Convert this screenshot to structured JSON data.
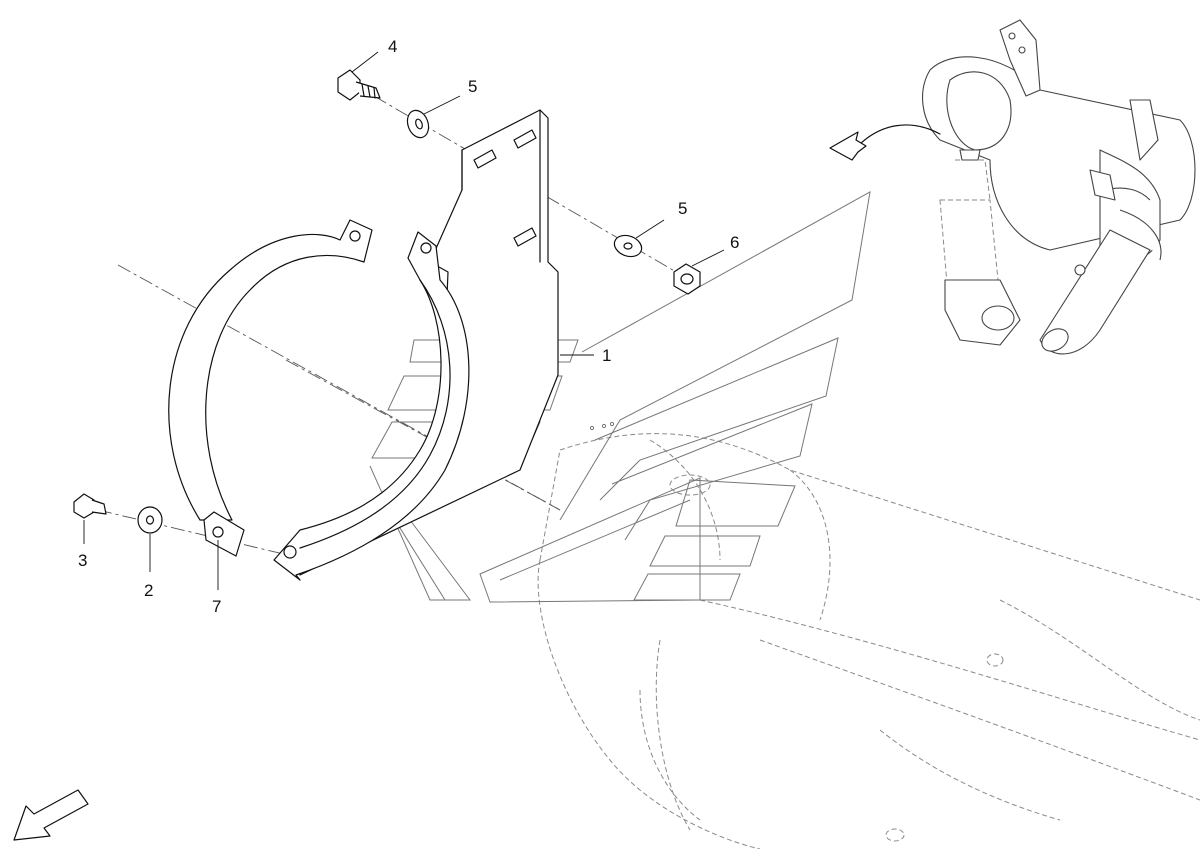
{
  "callouts": {
    "c1": "1",
    "c2": "2",
    "c3": "3",
    "c4": "4",
    "c5a": "5",
    "c5b": "5",
    "c6": "6",
    "c7": "7"
  },
  "colors": {
    "line": "#111111",
    "ghost": "#8a8a8a",
    "background": "#ffffff"
  },
  "icons": {
    "view_direction": "rotation-arrow-icon",
    "orientation": "direction-arrow-icon"
  }
}
